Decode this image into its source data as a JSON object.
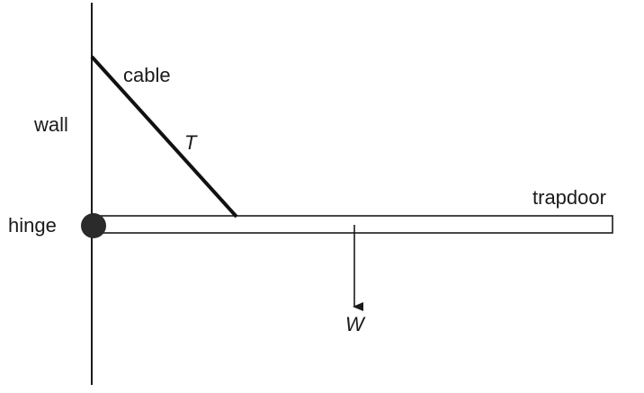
{
  "labels": {
    "wall": "wall",
    "hinge": "hinge",
    "cable": "cable",
    "tension": "T",
    "trapdoor": "trapdoor",
    "weight": "W"
  },
  "colors": {
    "line": "#1a1a1a",
    "hinge_fill": "#2b2b2b",
    "background": "#ffffff"
  },
  "icons": {
    "hinge": "filled-circle",
    "weight_arrow": "arrow-down"
  }
}
